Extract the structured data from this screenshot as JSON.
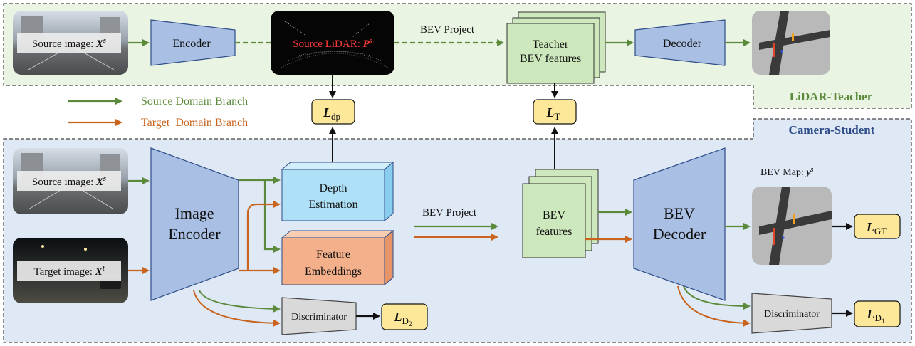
{
  "colors": {
    "source_green": "#5a8a3a",
    "target_orange": "#c8641e",
    "teacher_bg": "#eaf4e2",
    "student_bg": "#dfe8f5",
    "encoder_fill": "#a9bfe3",
    "depth_fill": "#aee0f7",
    "embed_fill": "#f4b08a",
    "bev_fill": "#cde8bc",
    "loss_fill": "#fde89a",
    "disc_fill": "#d9d9d9",
    "lidar_text": "#ff3b3b",
    "title_green": "#5a8a3a",
    "title_blue": "#2e4c88"
  },
  "teacher": {
    "section_title": "LiDAR-Teacher",
    "source_image_label": "Source image: ",
    "source_image_var": "X",
    "source_image_sup": "s",
    "encoder": "Encoder",
    "lidar_label": "Source LiDAR: ",
    "lidar_var": "P",
    "lidar_sup": "s",
    "bev_project": "BEV Project",
    "teacher_bev_line1": "Teacher",
    "teacher_bev_line2": "BEV features",
    "decoder": "Decoder"
  },
  "legend": {
    "source": "Source Domain Branch",
    "target": "Target  Domain Branch"
  },
  "losses": {
    "dp": {
      "main": "L",
      "sub": "dp"
    },
    "t": {
      "main": "L",
      "sub": "T"
    },
    "gt": {
      "main": "L",
      "sub": "GT"
    },
    "d2": {
      "main": "L",
      "sub": "D",
      "subsub": "2"
    },
    "d1": {
      "main": "L",
      "sub": "D",
      "subsub": "1"
    }
  },
  "student": {
    "section_title": "Camera-Student",
    "source_image_label": "Source image: ",
    "source_image_var": "X",
    "source_image_sup": "s",
    "target_image_label": "Target image: ",
    "target_image_var": "X",
    "target_image_sup": "t",
    "image_encoder_line1": "Image",
    "image_encoder_line2": "Encoder",
    "depth_line1": "Depth",
    "depth_line2": "Estimation",
    "embed_line1": "Feature",
    "embed_line2": "Embeddings",
    "bev_project": "BEV Project",
    "bev_line1": "BEV",
    "bev_line2": "features",
    "bev_decoder_line1": "BEV",
    "bev_decoder_line2": "Decoder",
    "bev_map_label": "BEV Map: ",
    "bev_map_var": "y",
    "bev_map_sup": "s",
    "discriminator_left": "Discriminator",
    "discriminator_right": "Discriminator"
  }
}
